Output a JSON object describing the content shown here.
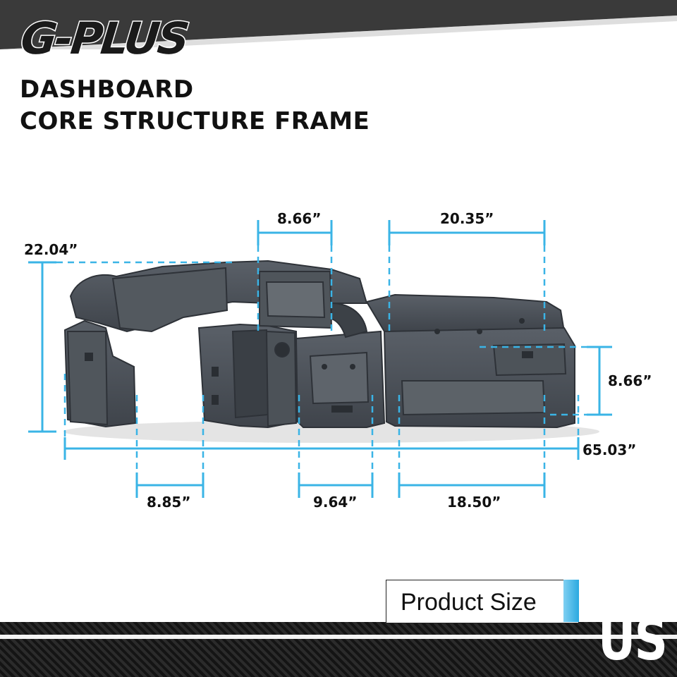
{
  "brand": {
    "logo_text": "G-PLUS",
    "accent_color": "#3ab4e6",
    "frame_color": "#4a5058"
  },
  "title": {
    "line1": "DASHBOARD",
    "line2": "CORE STRUCTURE FRAME"
  },
  "dimensions": {
    "top_center_width": "8.66”",
    "top_right_width": "20.35”",
    "overall_height": "22.04”",
    "right_depth": "8.66”",
    "overall_width": "65.03”",
    "bottom_left": "8.85”",
    "bottom_center": "9.64”",
    "bottom_right": "18.50”"
  },
  "badge": {
    "label": "Product Size"
  },
  "region": {
    "label": "US"
  }
}
